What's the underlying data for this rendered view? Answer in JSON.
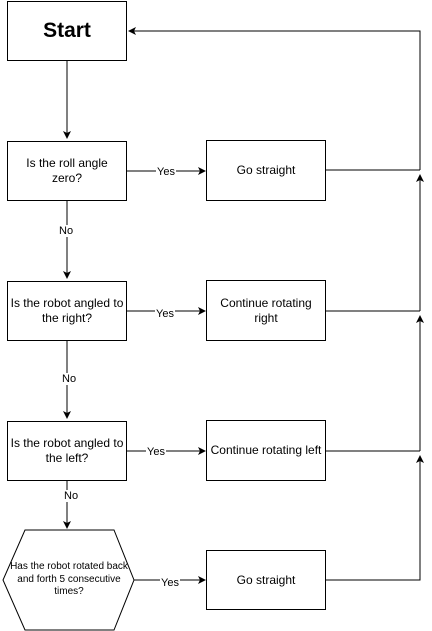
{
  "nodes": {
    "start": "Start",
    "q1": "Is the roll angle zero?",
    "a1": "Go straight",
    "q2": "Is the robot angled to the right?",
    "a2": "Continue rotating right",
    "q3": "Is the robot angled to the left?",
    "a3": "Continue rotating left",
    "q4": "Has the robot rotated back and forth 5 consecutive times?",
    "a4": "Go straight"
  },
  "edges": {
    "q1_yes": "Yes",
    "q1_no": "No",
    "q2_yes": "Yes",
    "q2_no": "No",
    "q3_yes": "Yes",
    "q3_no": "No",
    "q4_yes": "Yes"
  }
}
